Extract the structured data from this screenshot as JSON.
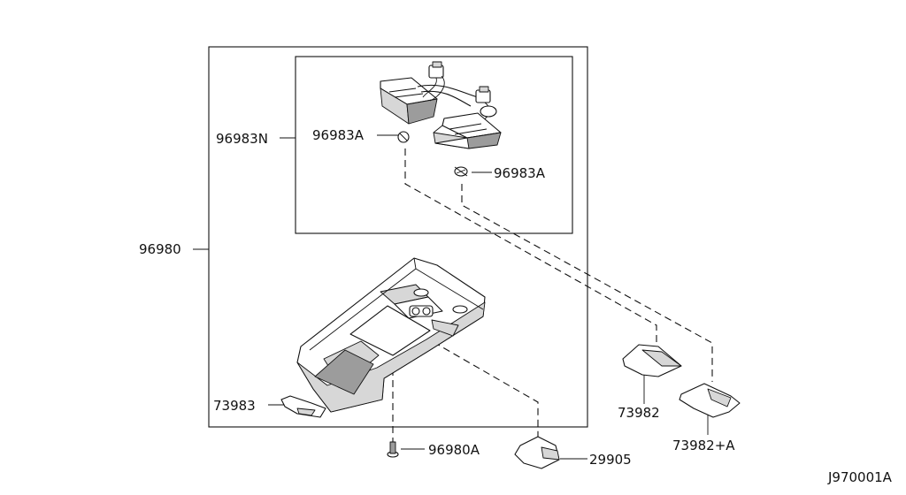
{
  "labels": {
    "console_assembly": "96980",
    "lamp_assembly": "96983N",
    "bulb_left": "96983A",
    "bulb_right": "96983A",
    "bezel": "73983",
    "screw": "96980A",
    "lens_small": "29905",
    "lens_left": "73982",
    "lens_right": "73982+A",
    "diagram_code": "J970001A"
  }
}
